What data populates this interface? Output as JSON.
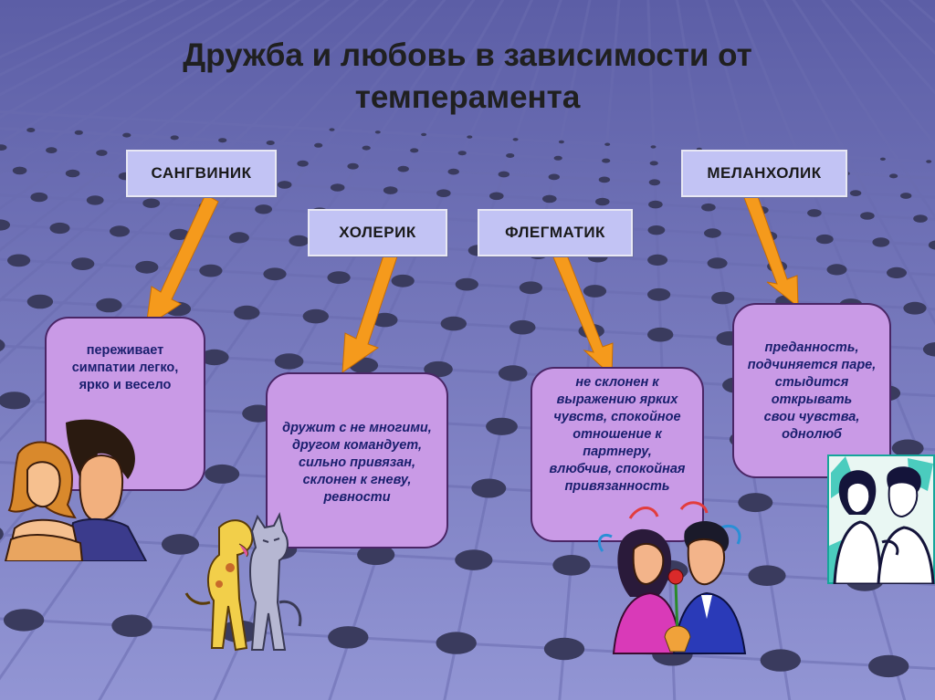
{
  "slide": {
    "title_line1": "Дружба и любовь в зависимости от",
    "title_line2": "темперамента"
  },
  "temperaments": {
    "sanguine": {
      "label": "САНГВИНИК",
      "description": [
        "переживает",
        "симпатии легко,",
        "ярко и весело"
      ]
    },
    "choleric": {
      "label": "ХОЛЕРИК",
      "description": [
        "дружит с не многими,",
        "другом командует,",
        "сильно привязан,",
        "склонен к гневу,",
        "ревности"
      ]
    },
    "phlegmatic": {
      "label": "ФЛЕГМАТИК",
      "description": [
        "не склонен к",
        "выражению ярких",
        "чувств, спокойное",
        "отношение к",
        "партнеру,",
        "влюбчив, спокойная",
        "привязанность"
      ]
    },
    "melancholic": {
      "label": "МЕЛАНХОЛИК",
      "description": [
        "преданность,",
        "подчиняется паре,",
        "стыдится",
        "открывать",
        "свои чувства,",
        "однолюб"
      ]
    }
  },
  "colors": {
    "background": "#7476bc",
    "arrow": "#f59a1c",
    "desc_fill": "#c99ae6",
    "label_fill": "#c2c3f4"
  },
  "icons": [
    "couple-clipart-icon",
    "dog-and-cat-clipart-icon",
    "couple-with-flower-clipart-icon",
    "shy-couple-clipart-icon"
  ]
}
